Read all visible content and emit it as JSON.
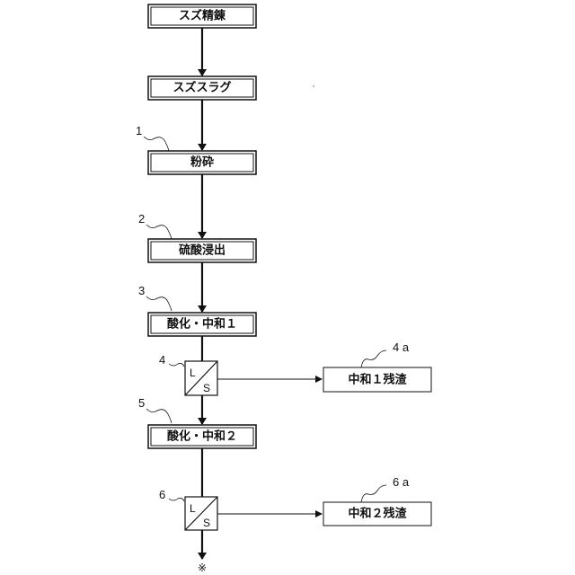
{
  "steps": {
    "tin_refining": "スズ精錬",
    "tin_slag": "スズスラグ",
    "grinding": "粉砕",
    "sulfuric_leaching": "硫酸浸出",
    "oxidation_neutralization_1": "酸化・中和１",
    "oxidation_neutralization_2": "酸化・中和２"
  },
  "separators": {
    "liquid": "L",
    "solid": "S"
  },
  "residues": {
    "neutralization_1_residue": "中和１残渣",
    "neutralization_2_residue": "中和２残渣"
  },
  "refs": {
    "r1": "1",
    "r2": "2",
    "r3": "3",
    "r4": "4",
    "r4a": "4 a",
    "r5": "5",
    "r6": "6",
    "r6a": "6 a"
  },
  "continuation_mark": "※"
}
